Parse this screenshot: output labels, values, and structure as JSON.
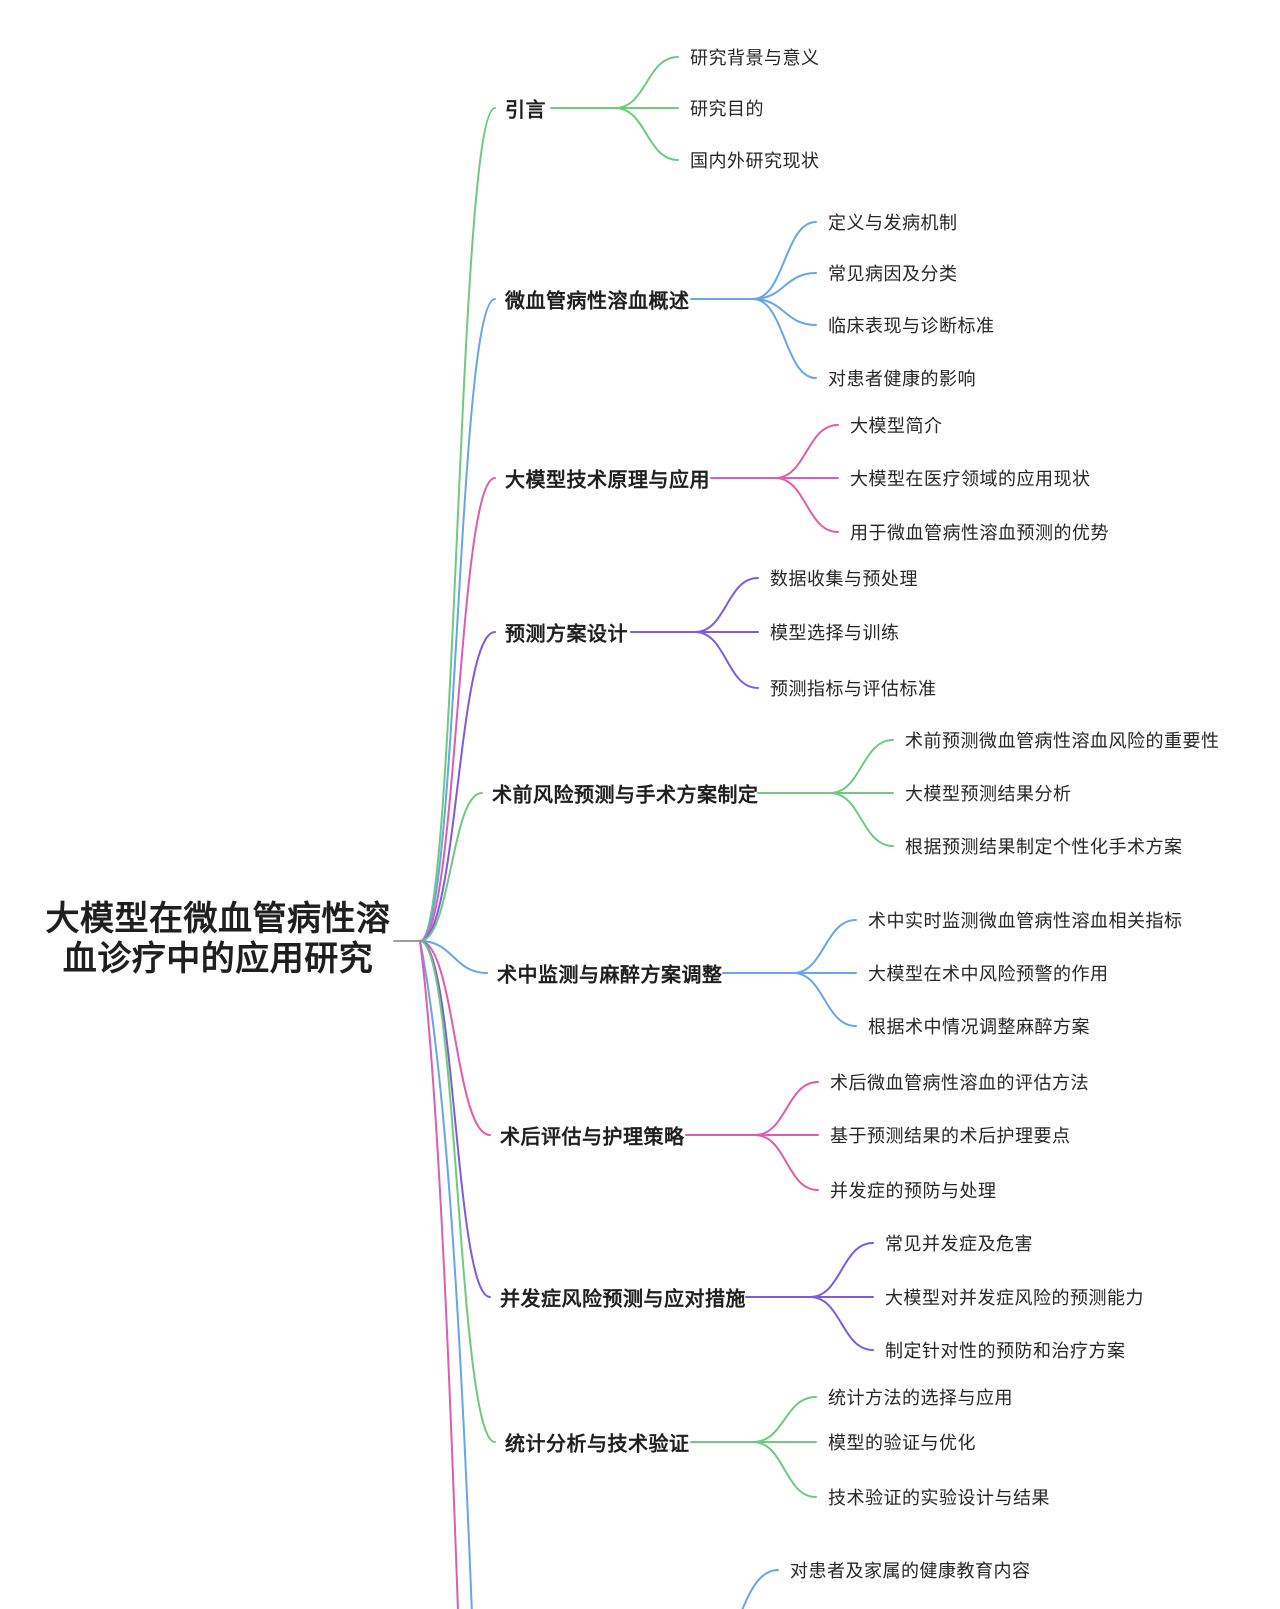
{
  "title": {
    "text": "大模型在微血管病性溶血诊疗中的应用研究",
    "line1": "大模型在微血管病性溶",
    "line2": "血诊疗中的应用研究"
  },
  "colors": {
    "green": "#6dca7f",
    "blue": "#68a5e8",
    "magenta": "#e05cac",
    "purple": "#7d5be0",
    "text": "#1f1f1f",
    "background": "#ffffff"
  },
  "branches": [
    {
      "label": "引言",
      "color": "green",
      "children": [
        "研究背景与意义",
        "研究目的",
        "国内外研究现状"
      ]
    },
    {
      "label": "微血管病性溶血概述",
      "color": "blue",
      "children": [
        "定义与发病机制",
        "常见病因及分类",
        "临床表现与诊断标准",
        "对患者健康的影响"
      ]
    },
    {
      "label": "大模型技术原理与应用",
      "color": "magenta",
      "children": [
        "大模型简介",
        "大模型在医疗领域的应用现状",
        "用于微血管病性溶血预测的优势"
      ]
    },
    {
      "label": "预测方案设计",
      "color": "purple",
      "children": [
        "数据收集与预处理",
        "模型选择与训练",
        "预测指标与评估标准"
      ]
    },
    {
      "label": "术前风险预测与手术方案制定",
      "color": "green",
      "children": [
        "术前预测微血管病性溶血风险的重要性",
        "大模型预测结果分析",
        "根据预测结果制定个性化手术方案"
      ]
    },
    {
      "label": "术中监测与麻醉方案调整",
      "color": "blue",
      "children": [
        "术中实时监测微血管病性溶血相关指标",
        "大模型在术中风险预警的作用",
        "根据术中情况调整麻醉方案"
      ]
    },
    {
      "label": "术后评估与护理策略",
      "color": "magenta",
      "children": [
        "术后微血管病性溶血的评估方法",
        "基于预测结果的术后护理要点",
        "并发症的预防与处理"
      ]
    },
    {
      "label": "并发症风险预测与应对措施",
      "color": "purple",
      "children": [
        "常见并发症及危害",
        "大模型对并发症风险的预测能力",
        "制定针对性的预防和治疗方案"
      ]
    },
    {
      "label": "统计分析与技术验证",
      "color": "green",
      "children": [
        "统计方法的选择与应用",
        "模型的验证与优化",
        "技术验证的实验设计与结果"
      ]
    },
    {
      "label": "",
      "color": "blue",
      "children": [
        "对患者及家属的健康教育内容"
      ],
      "partially_visible": true
    }
  ]
}
